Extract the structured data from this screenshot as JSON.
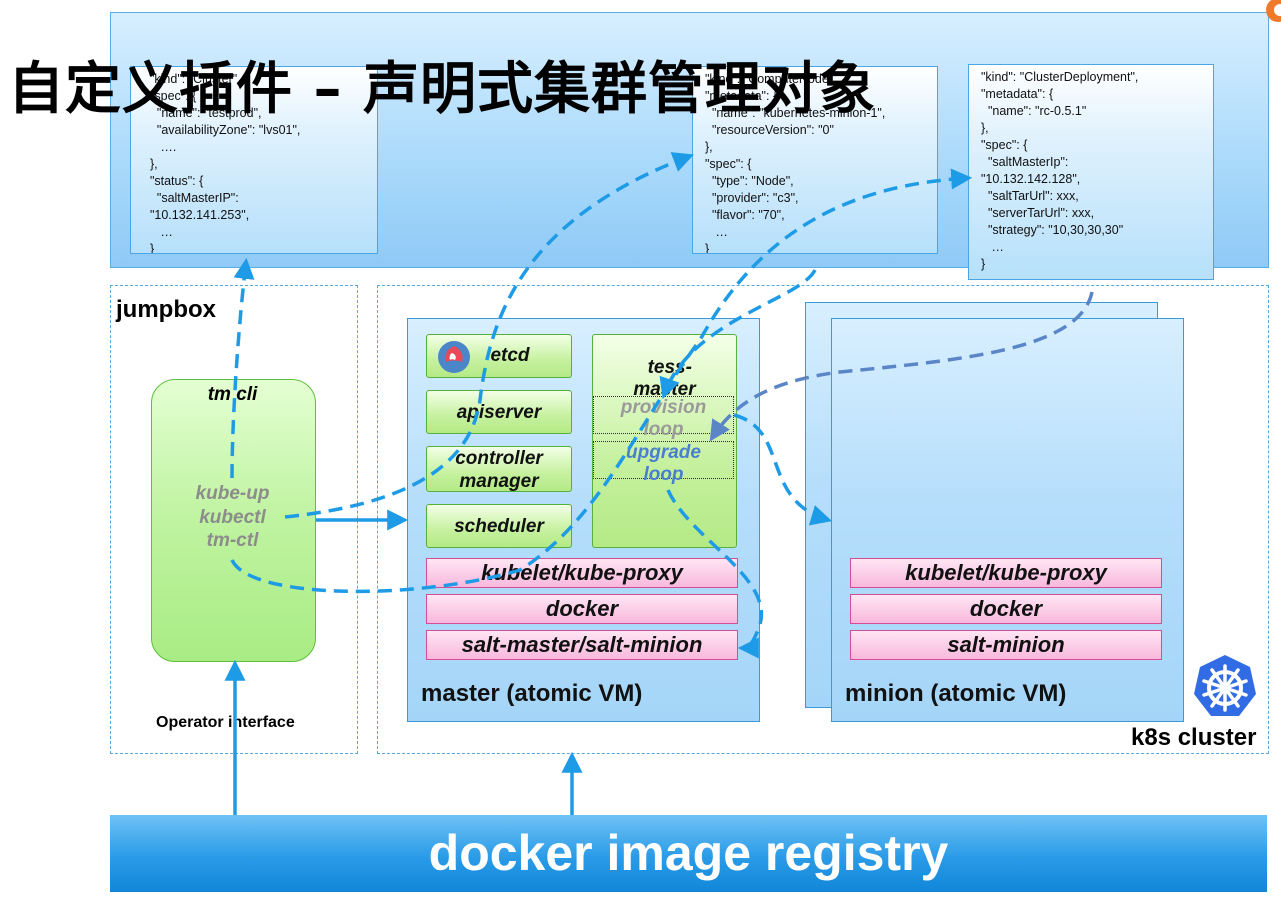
{
  "title": "自定义插件 – 声明式集群管理对象",
  "docs": {
    "cluster_doc": "  \"kind\": \"Cluster\",\n  \"spec\": {\n    \"name\": \"testprod\",\n    \"availabilityZone\": \"lvs01\",\n     ….\n  },\n  \"status\": {\n    \"saltMasterIP\":\n  \"10.132.141.253\",\n     …\n  }",
    "compute_doc": "\"kind\": \"ComputeNode\",\n\"metadata\": {\n  \"name\": \"kubernetes-minion-1\",\n  \"resourceVersion\": \"0\"\n},\n\"spec\": {\n  \"type\": \"Node\",\n  \"provider\": \"c3\",\n  \"flavor\": \"70\",\n   …\n}",
    "deploy_doc": "\"kind\": \"ClusterDeployment\",\n\"metadata\": {\n  \"name\": \"rc-0.5.1\"\n},\n\"spec\": {\n  \"saltMasterIp\":\n\"10.132.142.128\",\n  \"saltTarUrl\": xxx,\n  \"serverTarUrl\": xxx,\n  \"strategy\": \"10,30,30,30\"\n   …\n}"
  },
  "jumpbox": {
    "label": "jumpbox",
    "tm_cli": "tm cli",
    "tools": [
      "kube-up",
      "kubectl",
      "tm-ctl"
    ],
    "operator_interface": "Operator interface"
  },
  "master": {
    "components": [
      "etcd",
      "apiserver",
      "controller\nmanager",
      "scheduler"
    ],
    "tess_master": "tess-\nmaster",
    "provision_loop": "provision\nloop",
    "upgrade_loop": "upgrade\nloop",
    "layers": [
      "kubelet/kube-proxy",
      "docker",
      "salt-master/salt-minion"
    ],
    "label": "master (atomic VM)"
  },
  "minion": {
    "layers": [
      "kubelet/kube-proxy",
      "docker",
      "salt-minion"
    ],
    "label": "minion (atomic VM)"
  },
  "k8s_cluster_label": "k8s cluster",
  "registry_label": "docker image registry",
  "colors": {
    "arrow_blue": "#1e9be6",
    "arrow_slate": "#5a86c8",
    "loop_gray": "#9a9a9a",
    "loop_blue": "#4a7fd0",
    "tool_gray": "#8c8c8c",
    "k8s_blue": "#326ce5"
  },
  "icons": {
    "etcd": "etcd-logo-icon",
    "k8s": "kubernetes-helm-icon"
  }
}
